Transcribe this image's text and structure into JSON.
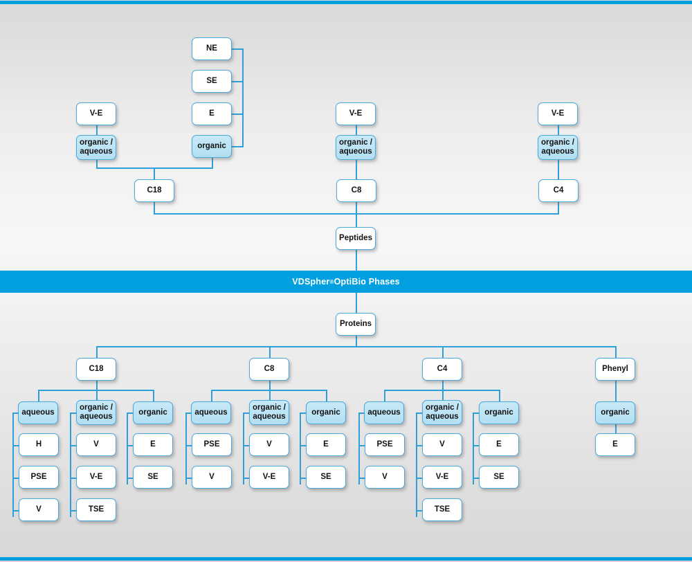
{
  "meta": {
    "title": "VDSpher OptiBio Phases selection chart",
    "accent_color": "#00a0e0",
    "node_border_color": "#4aa8dc",
    "node_fill": "#ffffff",
    "node_fill_highlight": "#bce4f5",
    "connector_color": "#2e9fd8"
  },
  "banner": {
    "text_before": "VDSpher",
    "registered_mark": "®",
    "text_after": " OptiBio Phases"
  },
  "labels": {
    "peptides": "Peptides",
    "proteins": "Proteins",
    "c18": "C18",
    "c8": "C8",
    "c4": "C4",
    "phenyl": "Phenyl",
    "aqueous": "aqueous",
    "organic": "organic",
    "organic_aqueous_l1": "organic /",
    "organic_aqueous_l2": "aqueous",
    "ve": "V-E",
    "ne": "NE",
    "se": "SE",
    "e": "E",
    "h": "H",
    "pse": "PSE",
    "v": "V",
    "tse": "TSE"
  },
  "peptides_section": {
    "root": "Peptides",
    "columns": [
      {
        "sorbent": "C18",
        "groups": [
          {
            "mode": "organic / aqueous",
            "items": [
              "V-E"
            ]
          },
          {
            "mode": "organic",
            "items": [
              "NE",
              "SE",
              "E"
            ]
          }
        ]
      },
      {
        "sorbent": "C8",
        "groups": [
          {
            "mode": "organic / aqueous",
            "items": [
              "V-E"
            ]
          }
        ]
      },
      {
        "sorbent": "C4",
        "groups": [
          {
            "mode": "organic / aqueous",
            "items": [
              "V-E"
            ]
          }
        ]
      }
    ]
  },
  "proteins_section": {
    "root": "Proteins",
    "columns": [
      {
        "sorbent": "C18",
        "groups": [
          {
            "mode": "aqueous",
            "items": [
              "H",
              "PSE",
              "V"
            ]
          },
          {
            "mode": "organic / aqueous",
            "items": [
              "V",
              "V-E",
              "TSE"
            ]
          },
          {
            "mode": "organic",
            "items": [
              "E",
              "SE"
            ]
          }
        ]
      },
      {
        "sorbent": "C8",
        "groups": [
          {
            "mode": "aqueous",
            "items": [
              "PSE",
              "V"
            ]
          },
          {
            "mode": "organic / aqueous",
            "items": [
              "V",
              "V-E"
            ]
          },
          {
            "mode": "organic",
            "items": [
              "E",
              "SE"
            ]
          }
        ]
      },
      {
        "sorbent": "C4",
        "groups": [
          {
            "mode": "aqueous",
            "items": [
              "PSE",
              "V"
            ]
          },
          {
            "mode": "organic / aqueous",
            "items": [
              "V",
              "V-E",
              "TSE"
            ]
          },
          {
            "mode": "organic",
            "items": [
              "E",
              "SE"
            ]
          }
        ]
      },
      {
        "sorbent": "Phenyl",
        "groups": [
          {
            "mode": "organic",
            "items": [
              "E"
            ]
          }
        ]
      }
    ]
  }
}
